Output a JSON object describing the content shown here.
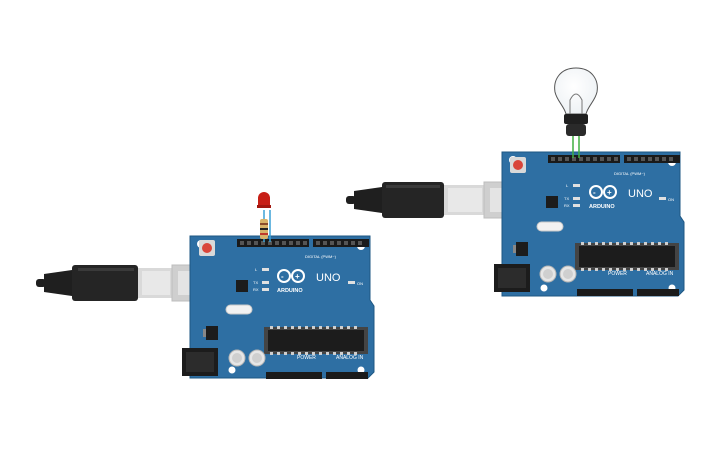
{
  "boards": [
    {
      "id": "left",
      "brand": "ARDUINO",
      "model": "UNO",
      "digital_header_label": "DIGITAL (PWM~)",
      "power_label": "POWER",
      "analog_label": "ANALOG IN",
      "on_label": "ON",
      "led_labels": [
        "L",
        "TX",
        "RX"
      ],
      "attached_component": "red-led-with-resistor",
      "cable": "usb-b-cable"
    },
    {
      "id": "right",
      "brand": "ARDUINO",
      "model": "UNO",
      "digital_header_label": "DIGITAL (PWM~)",
      "power_label": "POWER",
      "analog_label": "ANALOG IN",
      "on_label": "ON",
      "led_labels": [
        "L",
        "TX",
        "RX"
      ],
      "attached_component": "light-bulb",
      "cable": "usb-b-cable"
    }
  ],
  "colors": {
    "board": "#2E6FA3",
    "board_edge": "#1E5783",
    "header": "#1A1A1A",
    "chip": "#1C1C1C",
    "usb_metal": "#DADADA",
    "cable": "#1F1F1F",
    "reset_button": "#D9453A",
    "led_red": "#C71F16",
    "wire_blue": "#3AA0D6",
    "wire_green": "#3FAF3F"
  }
}
